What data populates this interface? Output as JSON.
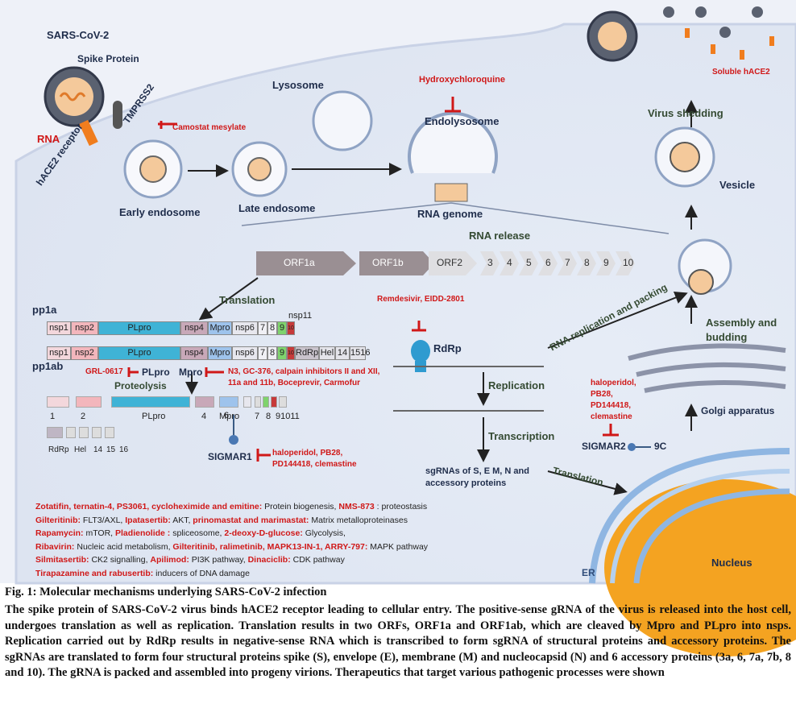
{
  "virus": {
    "title": "SARS-CoV-2",
    "spike": "Spike Protein",
    "rna": "RNA",
    "receptor": "hACE2 receptor",
    "tmprss2": "TMPRSS2",
    "camostat": "Camostat mesylate"
  },
  "entry": {
    "early": "Early endosome",
    "late": "Late endosome",
    "lysosome": "Lysosome",
    "hcq": "Hydroxychloroquine",
    "endolysosome": "Endolysosome",
    "rna_genome": "RNA genome",
    "rna_release": "RNA release"
  },
  "orf": {
    "orf1a": "ORF1a",
    "orf1b": "ORF1b",
    "orf2": "ORF2",
    "small": [
      "3",
      "4",
      "5",
      "6",
      "7",
      "8",
      "9",
      "10"
    ]
  },
  "translation": "Translation",
  "pp1a": {
    "label": "pp1a",
    "segs": [
      "nsp1",
      "nsp2",
      "PLpro",
      "nsp4",
      "Mpro",
      "nsp6",
      "7",
      "8",
      "9",
      "10"
    ],
    "nsp11": "nsp11"
  },
  "pp1ab": {
    "label": "pp1ab",
    "segs": [
      "nsp1",
      "nsp2",
      "PLpro",
      "nsp4",
      "Mpro",
      "nsp6",
      "7",
      "8",
      "9",
      "10",
      "RdRp",
      "Hel",
      "14",
      "1516"
    ]
  },
  "plpro_inh": {
    "drug": "GRL-0617",
    "target": "PLpro"
  },
  "mpro_inh": {
    "target": "Mpro",
    "drugs": [
      "N3, GC-376, calpain inhibitors II and XII,",
      "11a and 11b, Boceprevir, Carmofur"
    ]
  },
  "proteolysis": "Proteolysis",
  "nsps": {
    "row1": [
      "1",
      "2",
      "PLpro",
      "4",
      "Mpro",
      "6",
      "7",
      "8",
      "91011"
    ],
    "row2": [
      "RdRp",
      "Hel",
      "14",
      "15",
      "16"
    ]
  },
  "sigmar1": {
    "label": "SIGMAR1",
    "drugs": [
      "haloperidol, PB28,",
      "PD144418, clemastine"
    ]
  },
  "rdrp": {
    "label": "RdRp",
    "drugs": "Remdesivir, EIDD-2801"
  },
  "process": {
    "replication": "Replication",
    "transcription": "Transcription",
    "sgrna": [
      "sgRNAs of S, E M, N and",
      "accessory proteins"
    ],
    "translation2": "Translation"
  },
  "sigmar2": {
    "label": "SIGMAR2",
    "partner": "9C",
    "drugs": [
      "haloperidol,",
      "PB28,",
      "PD144418,",
      "clemastine"
    ]
  },
  "cell": {
    "golgi": "Golgi apparatus",
    "nucleus": "Nucleus",
    "er": "ER",
    "assembly": [
      "Assembly and",
      "budding"
    ],
    "packing": "RNA replication and packing",
    "vesicle": "Vesicle",
    "shedding": "Virus shedding",
    "soluble": "Soluble hACE2"
  },
  "drug_list": [
    [
      {
        "r": "Zotatifin, ternatin-4, PS3061, cycloheximide and emitine:"
      },
      {
        "t": " Protein biogenesis, "
      },
      {
        "r": "NMS-873"
      },
      {
        "t": " : proteostasis"
      }
    ],
    [
      {
        "r": "Gilteritinib:"
      },
      {
        "t": " FLT3/AXL, "
      },
      {
        "r": "Ipatasertib:"
      },
      {
        "t": " AKT, "
      },
      {
        "r": "prinomastat and marimastat:"
      },
      {
        "t": " Matrix metalloproteinases"
      }
    ],
    [
      {
        "r": "Rapamycin:"
      },
      {
        "t": " mTOR, "
      },
      {
        "r": "Pladienolide :"
      },
      {
        "t": " spliceosome, "
      },
      {
        "r": "2-deoxy-D-glucose:"
      },
      {
        "t": " Glycolysis,"
      }
    ],
    [
      {
        "r": "Ribavirin:"
      },
      {
        "t": " Nucleic acid metabolism, "
      },
      {
        "r": "Gilteritinib, ralimetinib, MAPK13-IN-1, ARRY-797:"
      },
      {
        "t": " MAPK pathway"
      }
    ],
    [
      {
        "r": "Silmitasertib:"
      },
      {
        "t": " CK2 signalling, "
      },
      {
        "r": "Apilimod:"
      },
      {
        "t": " PI3K pathway, "
      },
      {
        "r": "Dinaciclib:"
      },
      {
        "t": " CDK pathway"
      }
    ],
    [
      {
        "r": "Tirapazamine and rabusertib:"
      },
      {
        "t": " inducers of DNA damage"
      }
    ]
  ],
  "caption": {
    "title": "Fig. 1: Molecular mechanisms underlying SARS-CoV-2 infection",
    "body": "The spike protein of SARS-CoV-2 virus binds hACE2 receptor leading to cellular entry. The positive-sense gRNA of the virus is released into the host cell, undergoes translation as well as replication. Translation results in two ORFs, ORF1a and ORF1ab, which are cleaved by Mpro and PLpro into nsps. Replication carried out by RdRp results in negative-sense RNA which is transcribed to form sgRNA of structural proteins and accessory proteins. The sgRNAs are translated to form four structural proteins spike (S), envelope (E), membrane (M) and nucleocapsid (N) and 6 accessory proteins (3a, 6, 7a, 7b, 8 and 10). The gRNA is packed and assembled into progeny virions. Therapeutics that target various pathogenic processes were shown"
  },
  "colors": {
    "red": "#d01818",
    "navy": "#1f2d4b",
    "bg": "#eef1f8",
    "plpro": "#3fb3d6",
    "mpro": "#9ec3ec"
  }
}
